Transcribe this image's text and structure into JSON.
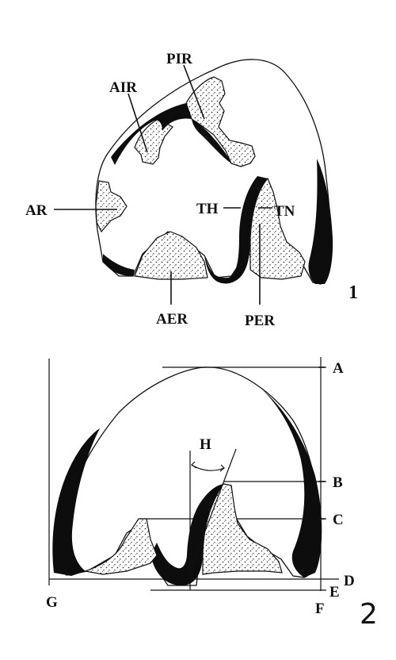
{
  "figure1": {
    "labels": {
      "pir": "PIR",
      "air": "AIR",
      "ar": "AR",
      "th": "TH",
      "tn": "TN",
      "aer": "AER",
      "per": "PER"
    },
    "number": "1"
  },
  "figure2": {
    "labels": {
      "a": "A",
      "b": "B",
      "c": "C",
      "d": "D",
      "e": "E",
      "f": "F",
      "g": "G",
      "h": "H"
    },
    "number": "2"
  }
}
